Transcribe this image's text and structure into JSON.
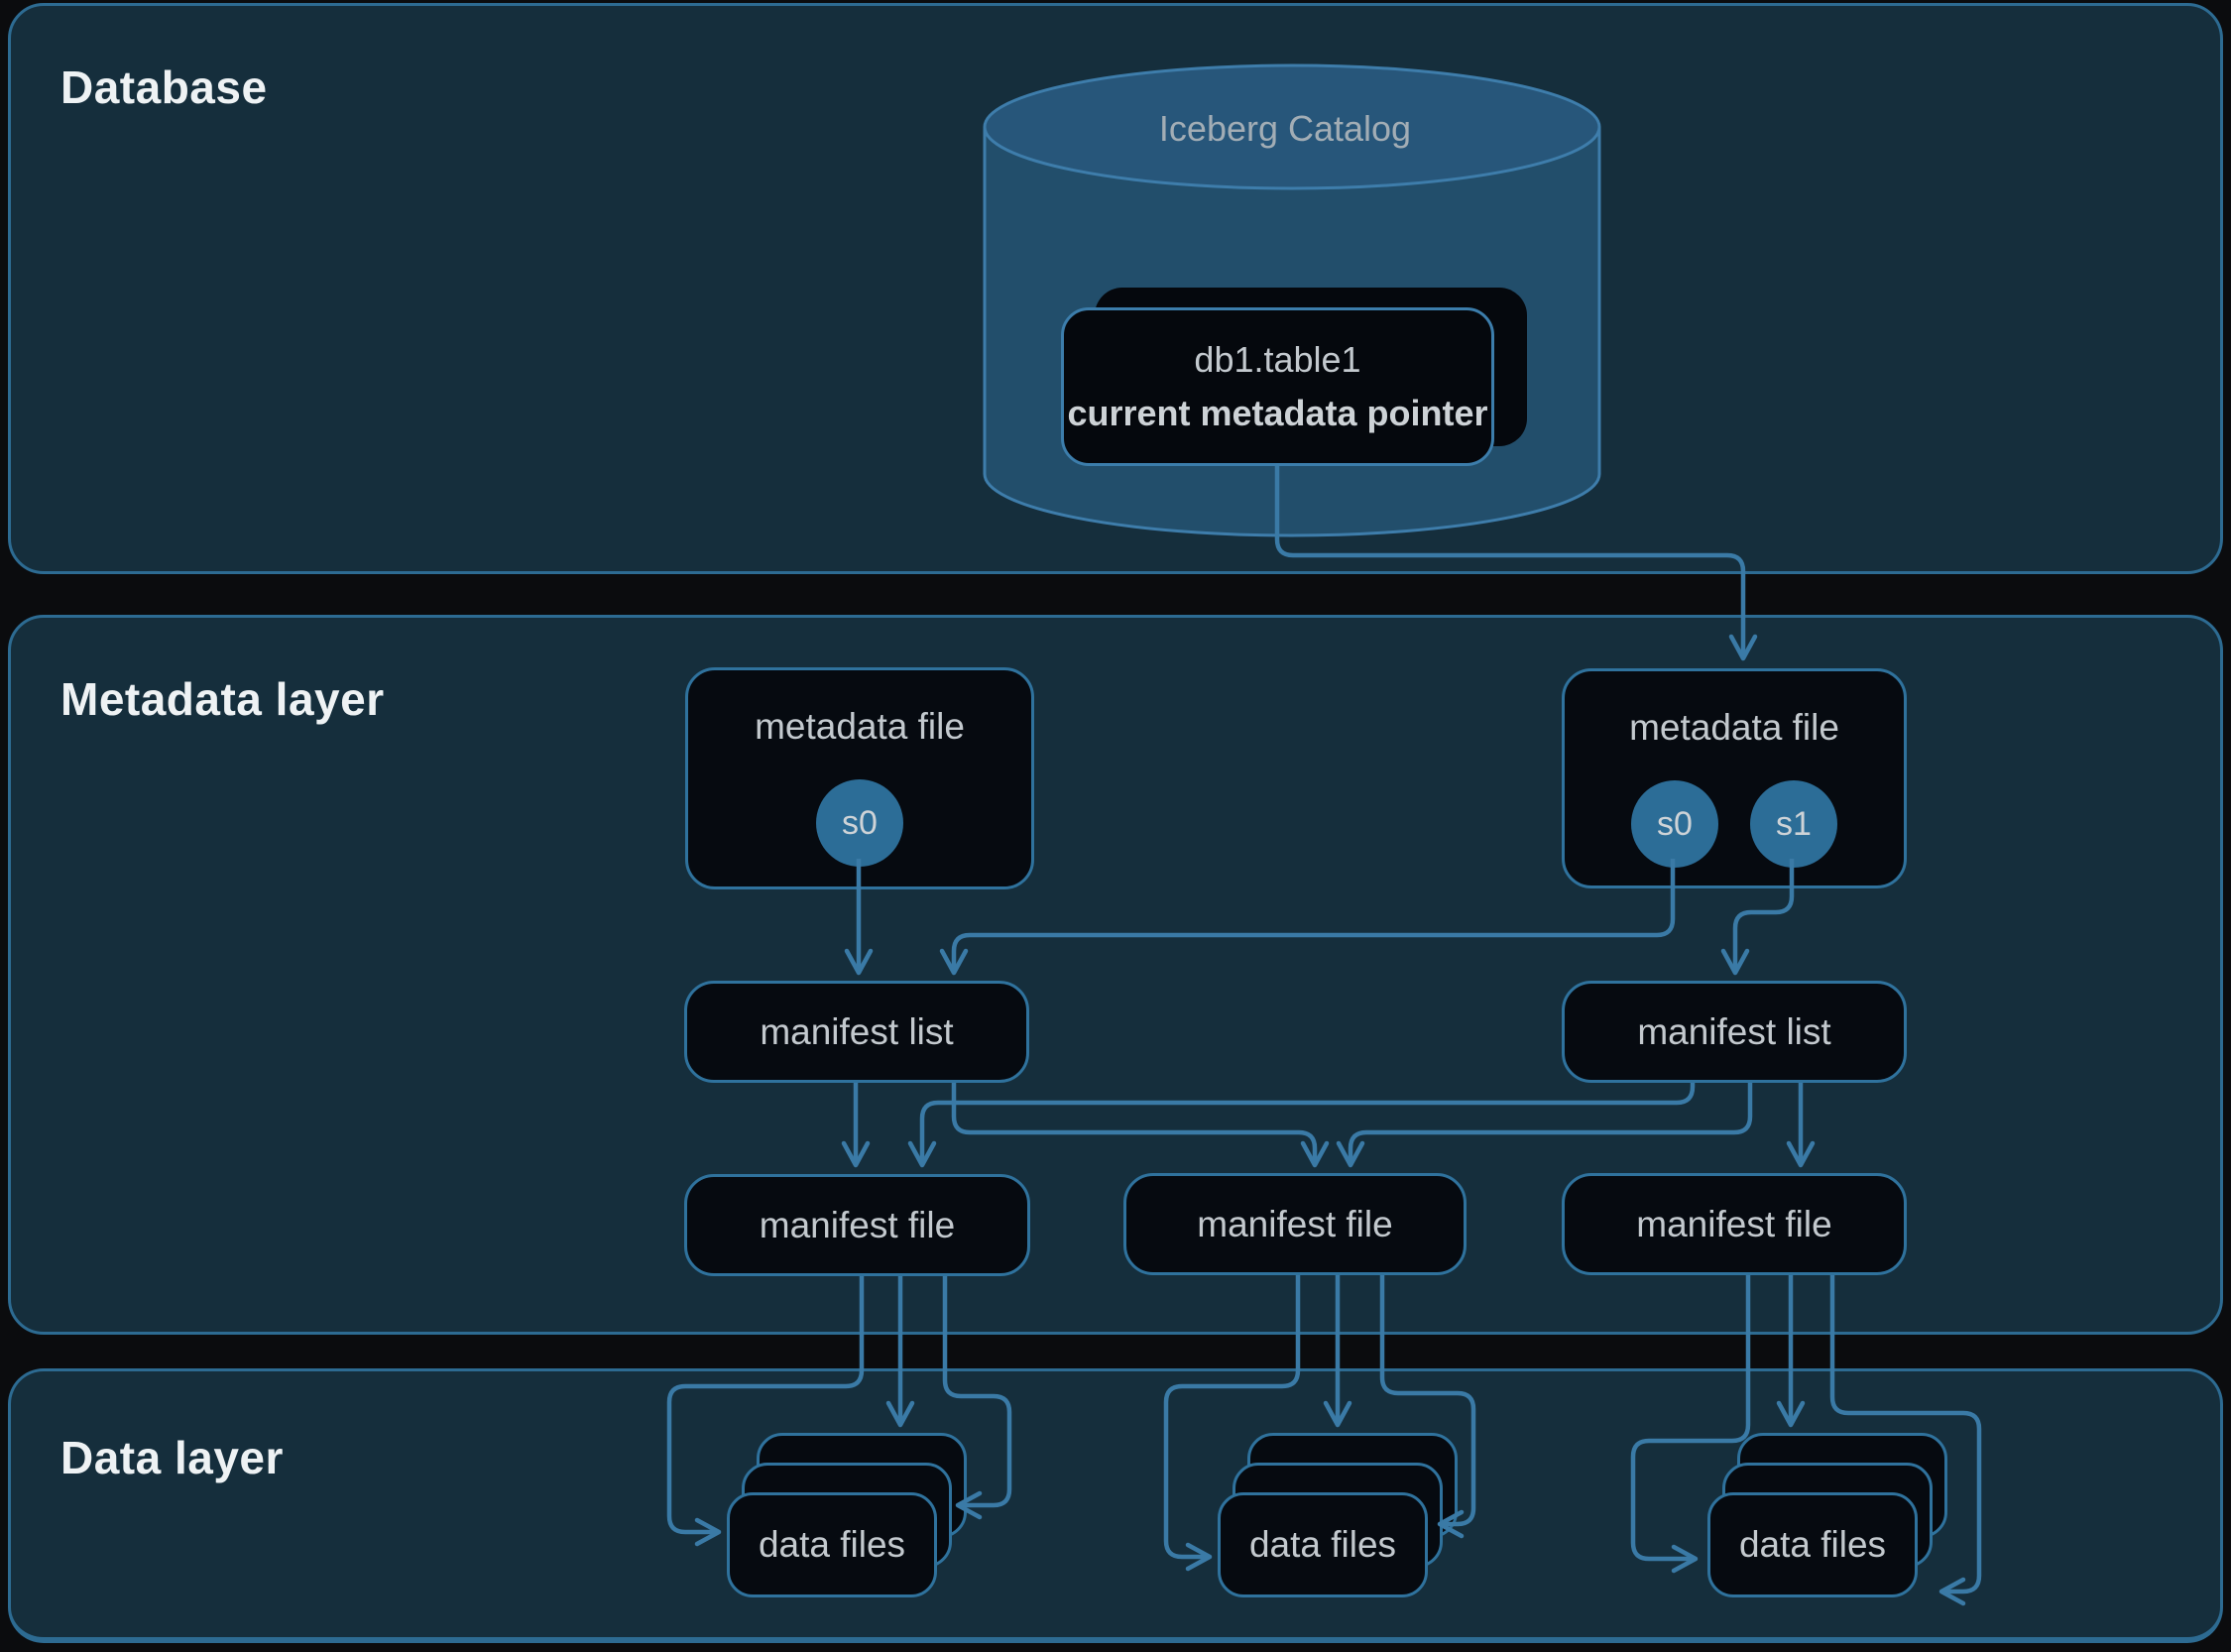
{
  "colors": {
    "page_bg": "#0b0c0e",
    "panel_bg": "#152e3c",
    "panel_border": "#2d6b92",
    "node_bg": "#060a10",
    "node_border": "#2f729d",
    "node_text": "#c3c9ce",
    "section_label": "#eef2f4",
    "connector": "#3a7aa6",
    "snapshot_fill": "#2c6d97",
    "snapshot_text": "#ced3d7",
    "cylinder_body": "#224e6b",
    "cylinder_top": "#27567a",
    "cylinder_border": "#3e7dab",
    "catalog_text": "#a2adb5",
    "pointer_box_bg": "#05080d",
    "pointer_box_border": "#3c7dab"
  },
  "sections": {
    "database": {
      "label": "Database"
    },
    "metadata": {
      "label": "Metadata layer"
    },
    "data": {
      "label": "Data layer"
    }
  },
  "catalog": {
    "title": "Iceberg Catalog",
    "table_box": {
      "line1": "db1.table1",
      "line2": "current metadata pointer"
    }
  },
  "metadata_layer": {
    "metadata_file_left": {
      "label": "metadata file",
      "snapshots": [
        "s0"
      ]
    },
    "metadata_file_right": {
      "label": "metadata file",
      "snapshots": [
        "s0",
        "s1"
      ]
    },
    "manifest_list_left": {
      "label": "manifest list"
    },
    "manifest_list_right": {
      "label": "manifest list"
    },
    "manifest_file_left": {
      "label": "manifest file"
    },
    "manifest_file_middle": {
      "label": "manifest file"
    },
    "manifest_file_right": {
      "label": "manifest file"
    }
  },
  "data_layer": {
    "stack_left": {
      "label": "data files"
    },
    "stack_middle": {
      "label": "data files"
    },
    "stack_right": {
      "label": "data files"
    }
  }
}
